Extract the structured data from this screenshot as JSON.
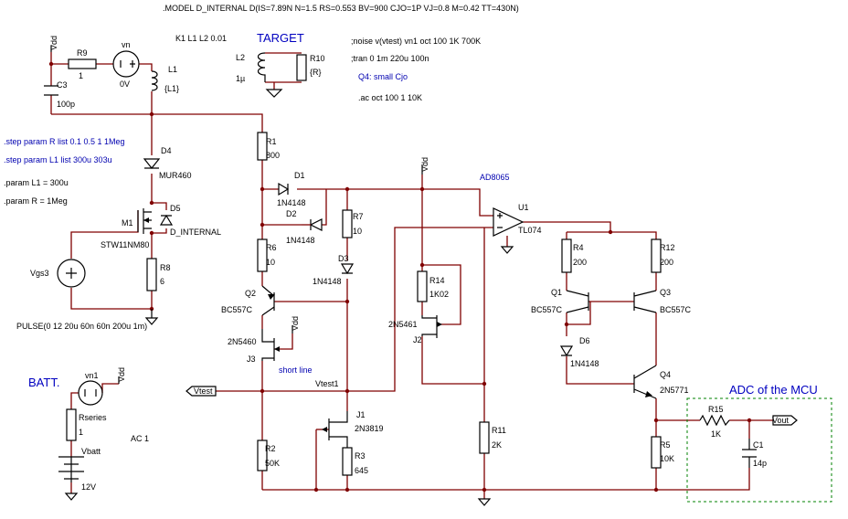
{
  "directives": {
    "model": ".MODEL D_INTERNAL D(IS=7.89N N=1.5 RS=0.553 BV=900 CJO=1P VJ=0.8 M=0.42 TT=430N)",
    "coupling": "K1 L1 L2 0.01",
    "noise": ";noise v(vtest) vn1 oct 100 1K 700K",
    "tran": ";tran 0 1m 220u 100n",
    "q4_note": "Q4: small Cjo",
    "ac": ".ac oct 100 1 10K",
    "step_r": ".step param R list  0.1 0.5 1 1Meg",
    "step_l": ".step param L1 list  300u 303u",
    "param_l": ".param L1 = 300u",
    "param_r": ".param R = 1Meg",
    "pulse": "PULSE(0 12 20u 60n 60n 200u 1m)",
    "ac1": "AC 1"
  },
  "labels": {
    "target": "TARGET",
    "batt": "BATT.",
    "adc": "ADC of the MCU",
    "short_line": "short line",
    "vtest1": "Vtest1",
    "ad8065": "AD8065",
    "vtest_port": "Vtest",
    "vout_port": "Vout",
    "vdd": "Vdd"
  },
  "components": {
    "R9": {
      "name": "R9",
      "value": "1"
    },
    "vn": {
      "name": "vn",
      "value": "0V"
    },
    "L1": {
      "name": "L1",
      "value": "{L1}"
    },
    "C3": {
      "name": "C3",
      "value": "100p"
    },
    "L2": {
      "name": "L2",
      "value": "1µ"
    },
    "R10": {
      "name": "R10",
      "value": "{R}"
    },
    "D4": {
      "name": "D4",
      "value": "MUR460"
    },
    "M1": {
      "name": "M1",
      "value": "STW11NM80"
    },
    "D5": {
      "name": "D5",
      "value": "D_INTERNAL"
    },
    "R8": {
      "name": "R8",
      "value": "6"
    },
    "Vgs3": {
      "name": "Vgs3"
    },
    "R1": {
      "name": "R1",
      "value": "800"
    },
    "D1": {
      "name": "D1",
      "value": "1N4148"
    },
    "D2": {
      "name": "D2",
      "value": "1N4148"
    },
    "R7": {
      "name": "R7",
      "value": "10"
    },
    "D3": {
      "name": "D3",
      "value": "1N4148"
    },
    "R6": {
      "name": "R6",
      "value": "10"
    },
    "Q2": {
      "name": "Q2",
      "value": "BC557C"
    },
    "J3": {
      "name": "J3",
      "value": "2N5460"
    },
    "R2": {
      "name": "R2",
      "value": "50K"
    },
    "J1": {
      "name": "J1",
      "value": "2N3819"
    },
    "R3": {
      "name": "R3",
      "value": "645"
    },
    "R14": {
      "name": "R14",
      "value": "1K02"
    },
    "J2": {
      "name": "J2",
      "value": "2N5461"
    },
    "U1": {
      "name": "U1",
      "value": "TL074"
    },
    "R11": {
      "name": "R11",
      "value": "2K"
    },
    "R4": {
      "name": "R4",
      "value": "200"
    },
    "R12": {
      "name": "R12",
      "value": "200"
    },
    "Q1": {
      "name": "Q1",
      "value": "BC557C"
    },
    "Q3": {
      "name": "Q3",
      "value": "BC557C"
    },
    "D6": {
      "name": "D6",
      "value": "1N4148"
    },
    "Q4": {
      "name": "Q4",
      "value": "2N5771"
    },
    "R5": {
      "name": "R5",
      "value": "10K"
    },
    "R15": {
      "name": "R15",
      "value": "1K"
    },
    "C1": {
      "name": "C1",
      "value": "14p"
    },
    "vn1": {
      "name": "vn1"
    },
    "Rseries": {
      "name": "Rseries",
      "value": "1"
    },
    "Vbatt": {
      "name": "Vbatt",
      "value": "12V"
    }
  },
  "colors": {
    "wire": "#800000",
    "directive": "#000000",
    "comment": "#0000b0",
    "annotation": "#0000c0"
  }
}
